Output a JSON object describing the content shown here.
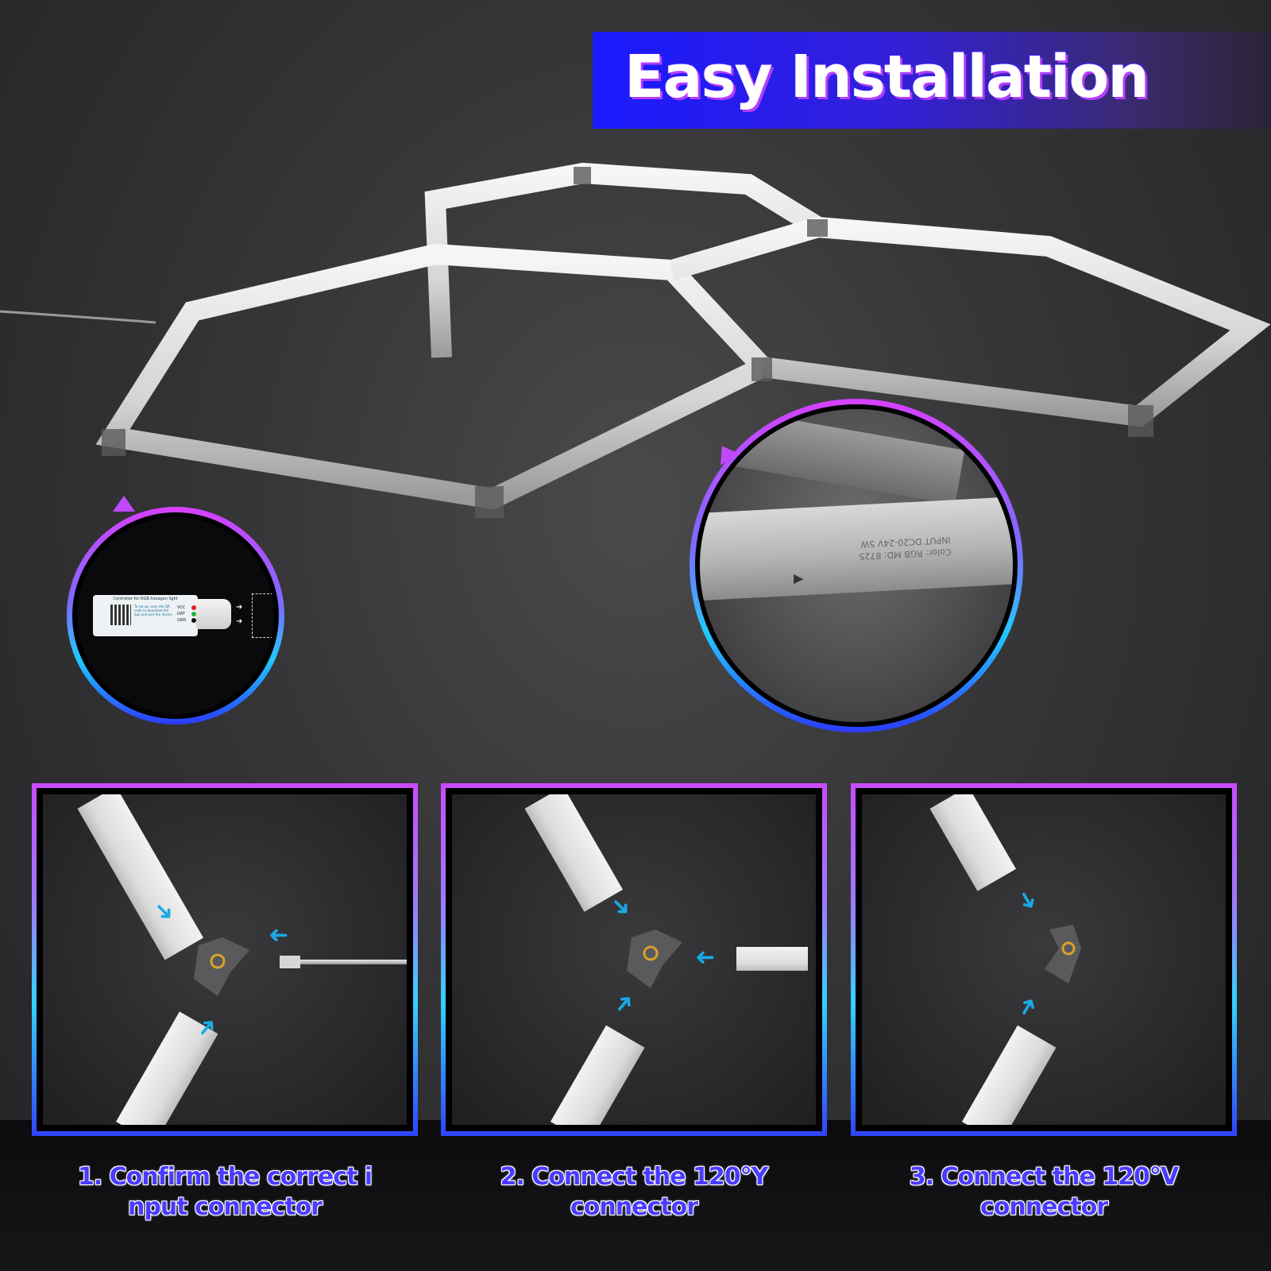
{
  "banner": {
    "title": "Easy Installation"
  },
  "controller": {
    "label": "Controller for RGB hexagon light",
    "instructions": "To set up, scan the QR code to download the app and pair the device.",
    "pins": [
      "VCC",
      "DAT",
      "GND"
    ],
    "pin_colors": [
      "#e02020",
      "#1db33a",
      "#111111"
    ]
  },
  "zoom": {
    "spec_lines": [
      "Color: RGB   MD: 8725",
      "INPUT DC20-24V 5W"
    ]
  },
  "steps": [
    {
      "line1": "1. Confirm the correct i",
      "line2": "nput connector"
    },
    {
      "line1": "2. Connect the 120°Y",
      "line2": "connector"
    },
    {
      "line1": "3. Connect the 120°V",
      "line2": "connector"
    }
  ],
  "colors": {
    "banner_blue": "#1a1aff",
    "accent_purple": "#c94bff",
    "accent_cyan": "#34d2ff",
    "arrow_blue": "#19a9e6",
    "caption_text": "#4a3bff"
  }
}
